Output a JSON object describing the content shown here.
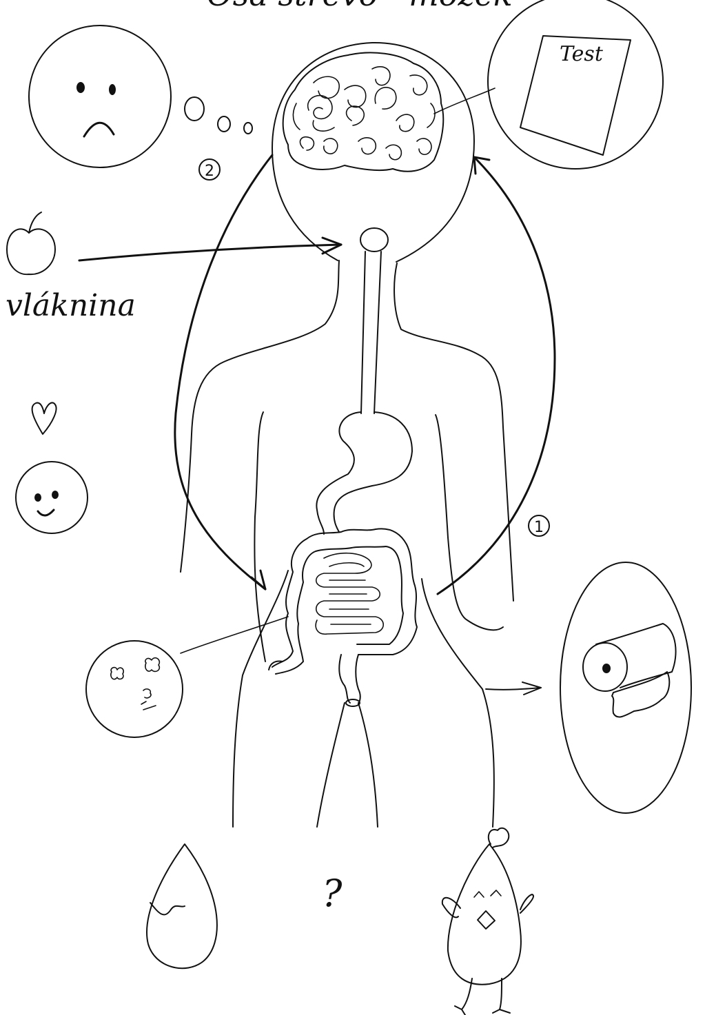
{
  "heading": "Osa střevo - mozek",
  "labels": {
    "test_sheet": "Test",
    "fiber_caption": "vláknina",
    "step_one": "1",
    "step_two": "2",
    "question_mark": "?"
  },
  "icons": [
    "sad-face-icon",
    "thought-bubble-icon",
    "brain-icon",
    "test-sheet-icon",
    "apple-icon",
    "heart-icon",
    "smiling-face-icon",
    "microbes-icon",
    "toilet-paper-icon",
    "egg-icon",
    "chick-icon"
  ],
  "colors": {
    "ink": "#111111",
    "paper": "#ffffff"
  }
}
